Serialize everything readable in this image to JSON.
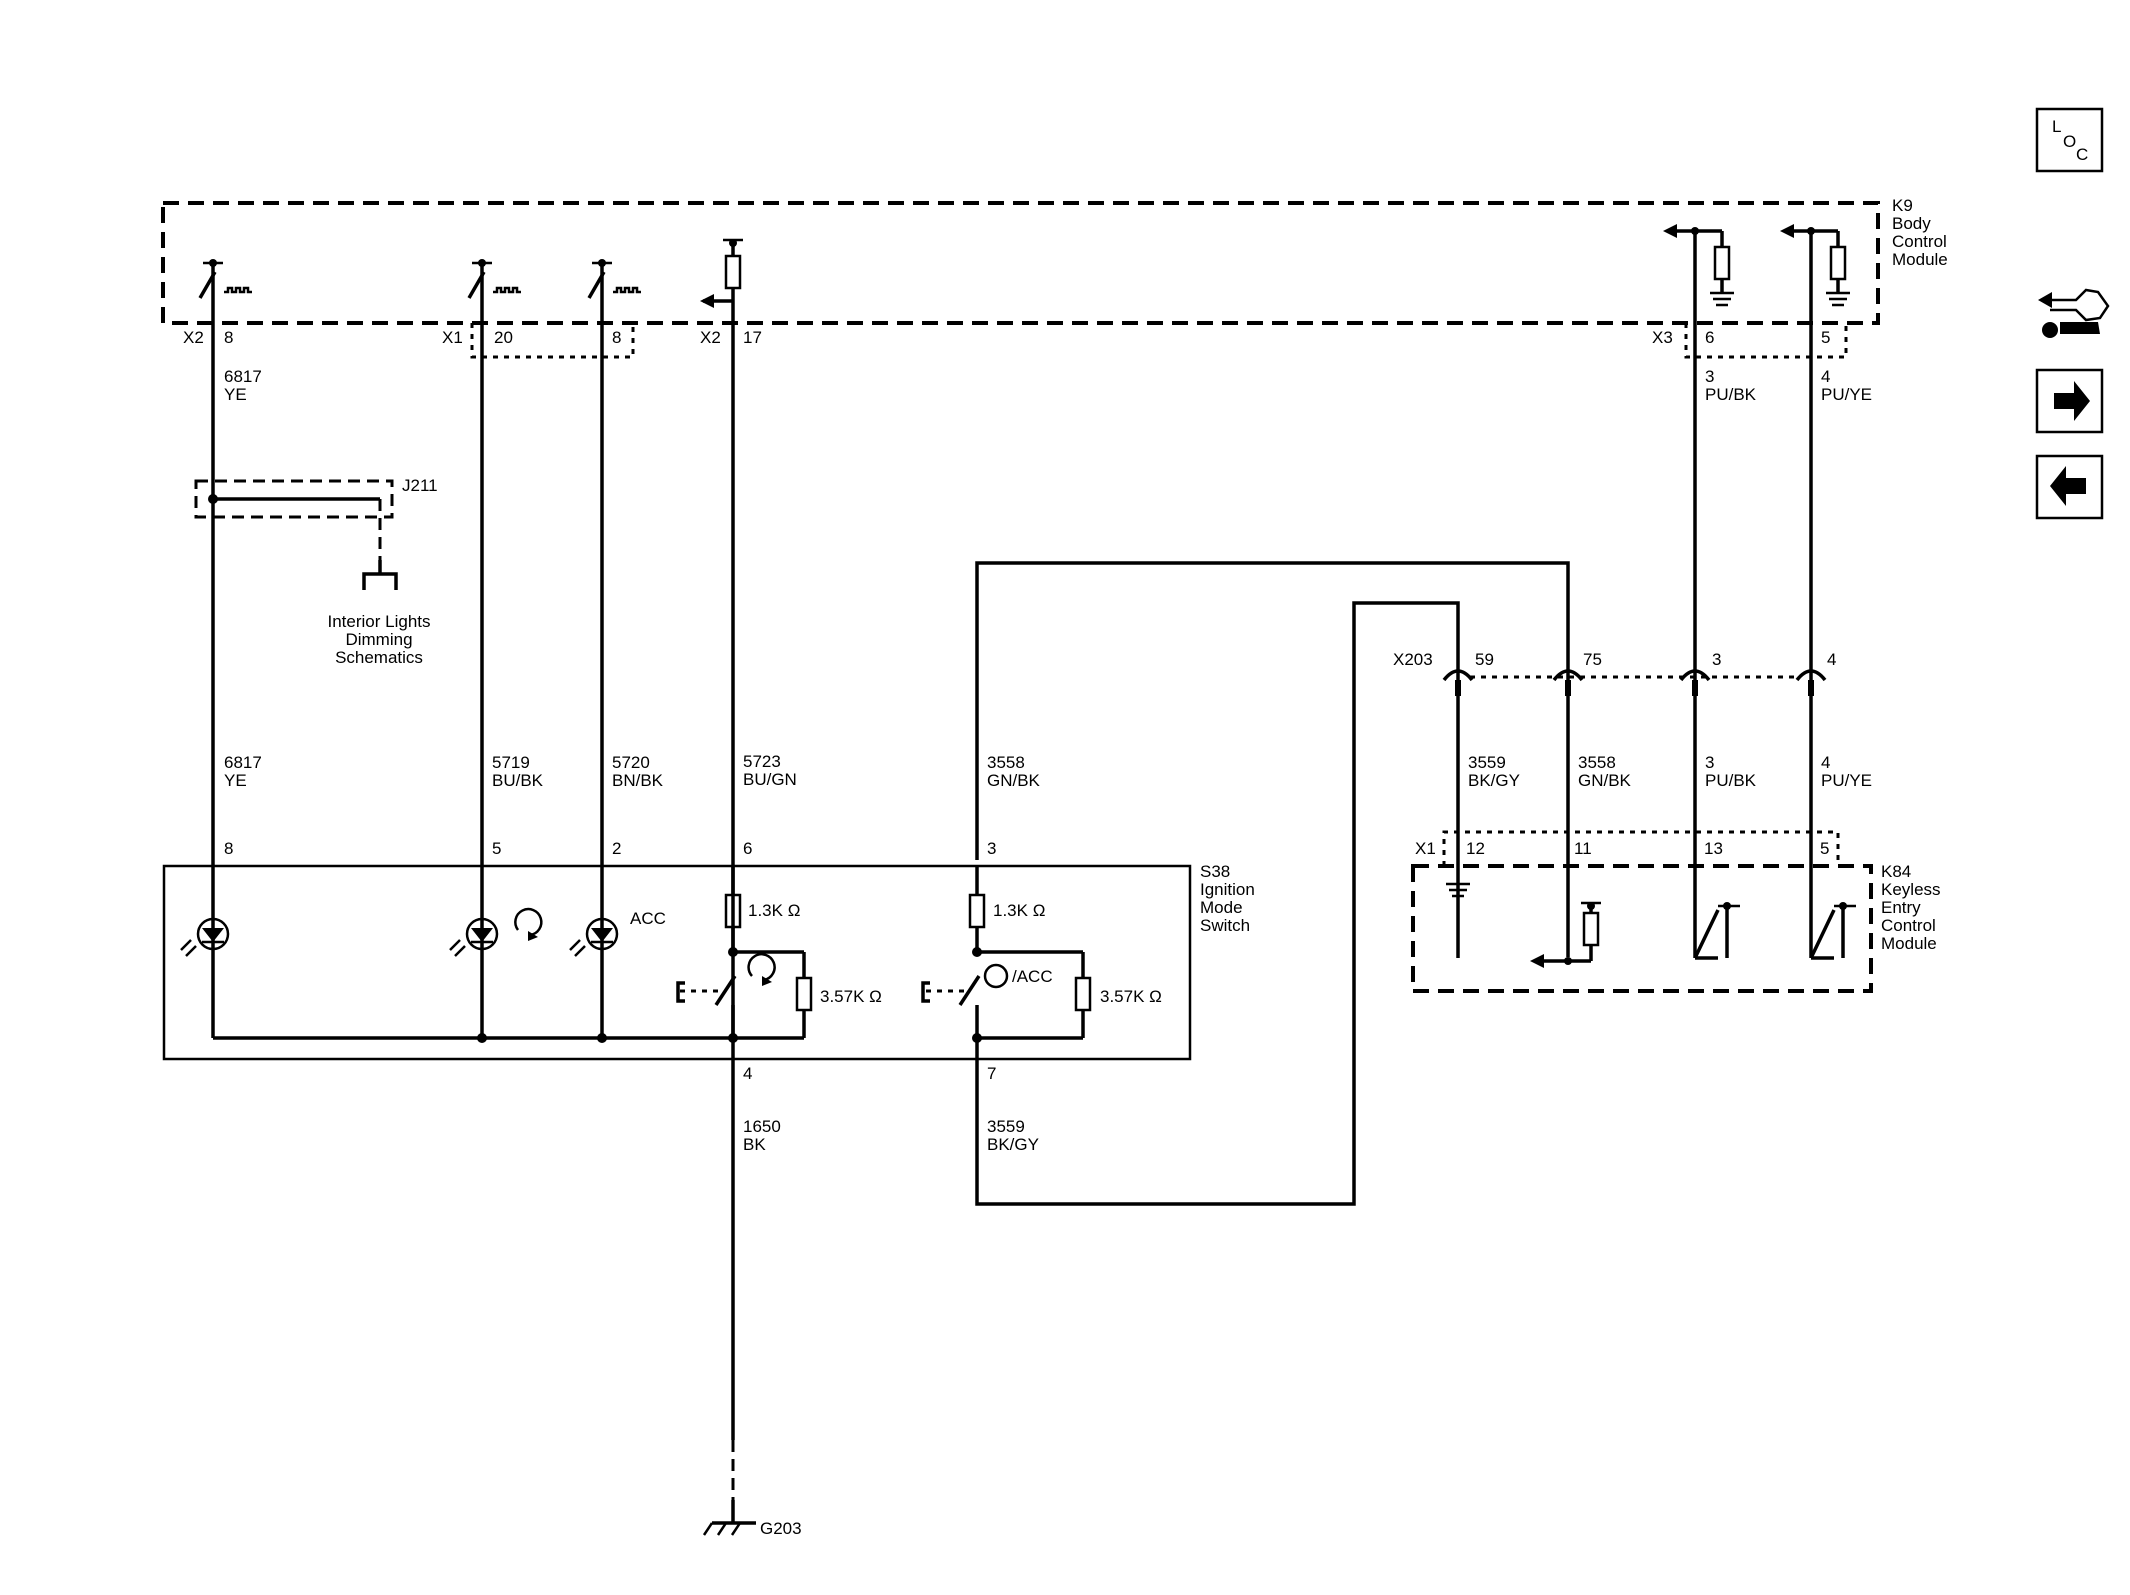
{
  "modules": {
    "k9": {
      "ref": "K9",
      "line1": "Body",
      "line2": "Control",
      "line3": "Module"
    },
    "k84": {
      "ref": "K84",
      "line1": "Keyless",
      "line2": "Entry",
      "line3": "Control",
      "line4": "Module"
    },
    "s38": {
      "ref": "S38",
      "line1": "Ignition",
      "line2": "Mode",
      "line3": "Switch"
    },
    "j211": {
      "ref": "J211"
    },
    "g203": {
      "ref": "G203"
    },
    "x203": {
      "ref": "X203"
    }
  },
  "k9_connectors": {
    "x2_a": "X2",
    "x1": "X1",
    "x2_b": "X2",
    "x3": "X3",
    "pin_8a": "8",
    "pin_20": "20",
    "pin_8b": "8",
    "pin_17": "17",
    "pin_6": "6",
    "pin_5": "5"
  },
  "wires": {
    "w6817_top": {
      "circuit": "6817",
      "color": "YE"
    },
    "w6817": {
      "circuit": "6817",
      "color": "YE"
    },
    "w5719": {
      "circuit": "5719",
      "color": "BU/BK"
    },
    "w5720": {
      "circuit": "5720",
      "color": "BN/BK"
    },
    "w5723": {
      "circuit": "5723",
      "color": "BU/GN"
    },
    "w3558": {
      "circuit": "3558",
      "color": "GN/BK"
    },
    "w3559_x": {
      "circuit": "3559",
      "color": "BK/GY"
    },
    "w3558_x": {
      "circuit": "3558",
      "color": "GN/BK"
    },
    "w3_top": {
      "circuit": "3",
      "color": "PU/BK"
    },
    "w4_top": {
      "circuit": "4",
      "color": "PU/YE"
    },
    "w3_bot": {
      "circuit": "3",
      "color": "PU/BK"
    },
    "w4_bot": {
      "circuit": "4",
      "color": "PU/YE"
    },
    "w1650": {
      "circuit": "1650",
      "color": "BK"
    },
    "w3559": {
      "circuit": "3559",
      "color": "BK/GY"
    }
  },
  "x203_pins": {
    "p59": "59",
    "p75": "75",
    "p3": "3",
    "p4": "4"
  },
  "s38_pins": {
    "p8": "8",
    "p5": "5",
    "p2": "2",
    "p6": "6",
    "p3": "3",
    "p4": "4",
    "p7": "7"
  },
  "k84_pins": {
    "conn": "X1",
    "p12": "12",
    "p11": "11",
    "p13": "13",
    "p5": "5"
  },
  "components": {
    "res1": "1.3K Ω",
    "res2": "3.57K Ω",
    "res3": "1.3K Ω",
    "res4": "3.57K Ω",
    "acc_label": "ACC",
    "acc_switch_label": "/ACC"
  },
  "reference": {
    "line1": "Interior Lights",
    "line2": "Dimming",
    "line3": "Schematics"
  },
  "nav": {
    "loc_l": "L",
    "loc_o": "O",
    "loc_c": "C",
    "loc_icon": "location-icon",
    "diag_icon": "diagnostic-connector-icon",
    "next_icon": "arrow-right-icon",
    "prev_icon": "arrow-left-icon"
  }
}
